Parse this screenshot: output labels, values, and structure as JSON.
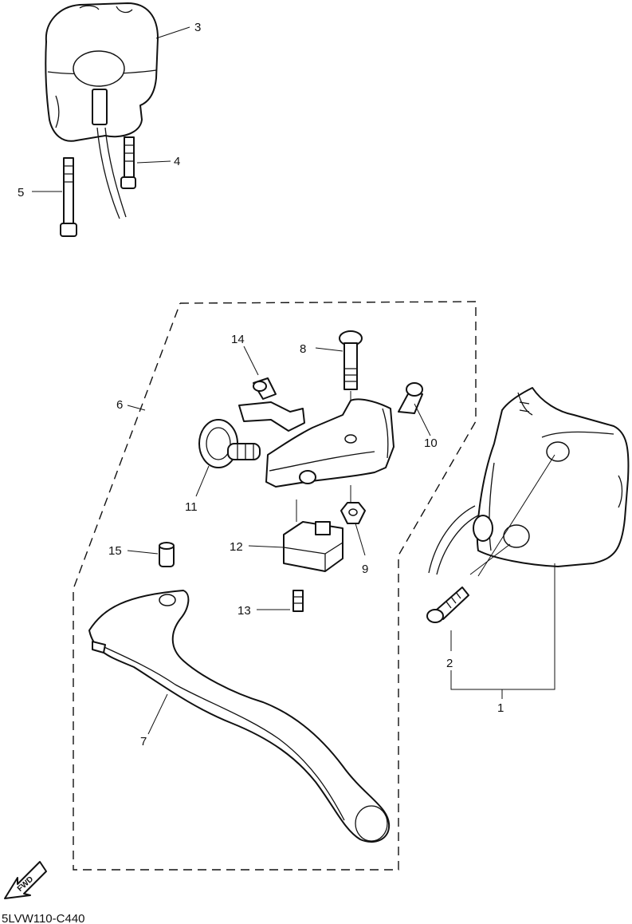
{
  "diagram_code": "5LVW110-C440",
  "fwd_label": "FWD",
  "callouts": {
    "c1": "1",
    "c2": "2",
    "c3": "3",
    "c4": "4",
    "c5": "5",
    "c6": "6",
    "c7": "7",
    "c8": "8",
    "c9": "9",
    "c10": "10",
    "c11": "11",
    "c12": "12",
    "c13": "13",
    "c14": "14",
    "c15": "15"
  }
}
